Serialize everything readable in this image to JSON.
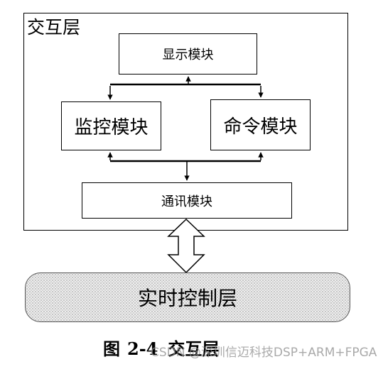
{
  "interaction_layer": {
    "label": "交互层",
    "modules": {
      "display": "显示模块",
      "monitor": "监控模块",
      "command": "命令模块",
      "communication": "通讯模块"
    }
  },
  "realtime_layer": {
    "label": "实时控制层"
  },
  "caption": {
    "prefix": "图",
    "number": "2-4",
    "title": "交互层"
  },
  "watermark": "CSDN @深圳信迈科技DSP+ARM+FPGA",
  "colors": {
    "stroke": "#000000",
    "realtime_fill": "#eeeeee"
  }
}
